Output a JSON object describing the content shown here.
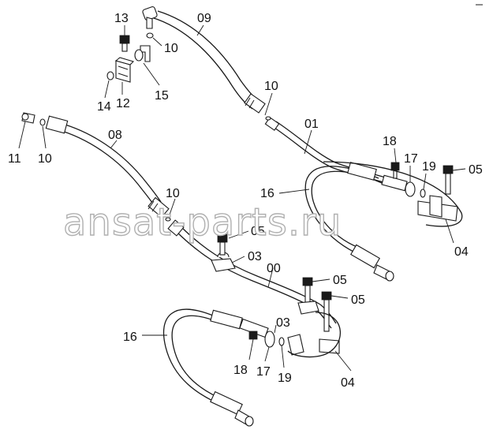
{
  "labels": {
    "p13": "13",
    "p09": "09",
    "p10a": "10",
    "p15": "15",
    "p14": "14",
    "p12": "12",
    "p10b": "10",
    "p01": "01",
    "p08": "08",
    "p11": "11",
    "p10c": "10",
    "p18a": "18",
    "p17a": "17",
    "p19a": "19",
    "p05a": "05",
    "p16a": "16",
    "p10d": "10",
    "p05b": "05",
    "p03a": "03",
    "p04a": "04",
    "p00": "00",
    "p05c": "05",
    "p05d": "05",
    "p16b": "16",
    "p03b": "03",
    "p18b": "18",
    "p17b": "17",
    "p19b": "19",
    "p04b": "04"
  },
  "watermark": "ansat-parts.ru"
}
